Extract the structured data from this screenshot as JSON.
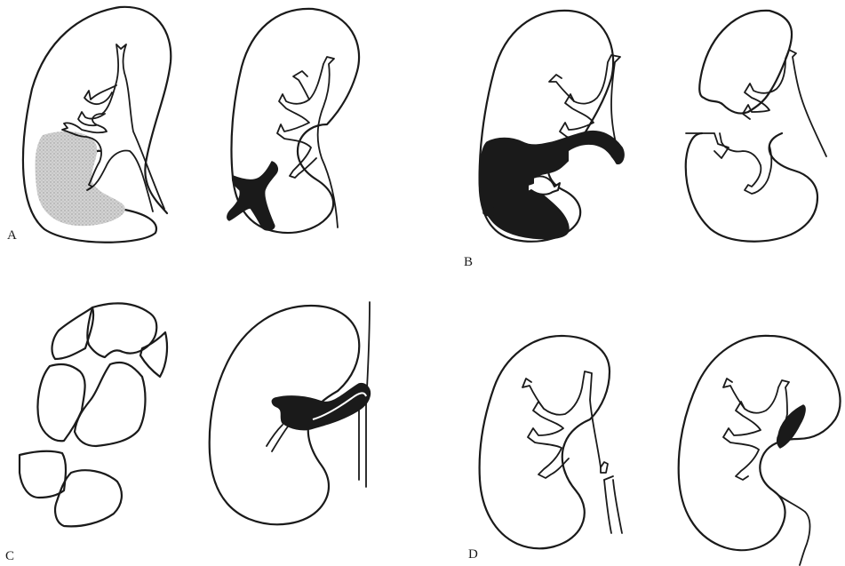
{
  "figure": {
    "panels": [
      {
        "id": "A",
        "label": "A"
      },
      {
        "id": "B",
        "label": "B"
      },
      {
        "id": "C",
        "label": "C"
      },
      {
        "id": "D",
        "label": "D"
      }
    ],
    "colors": {
      "line": "#1a1a1a",
      "dark_fill": "#1a1a1a",
      "stipple_fill": "#c4c4c4",
      "background": "#ffffff"
    }
  }
}
